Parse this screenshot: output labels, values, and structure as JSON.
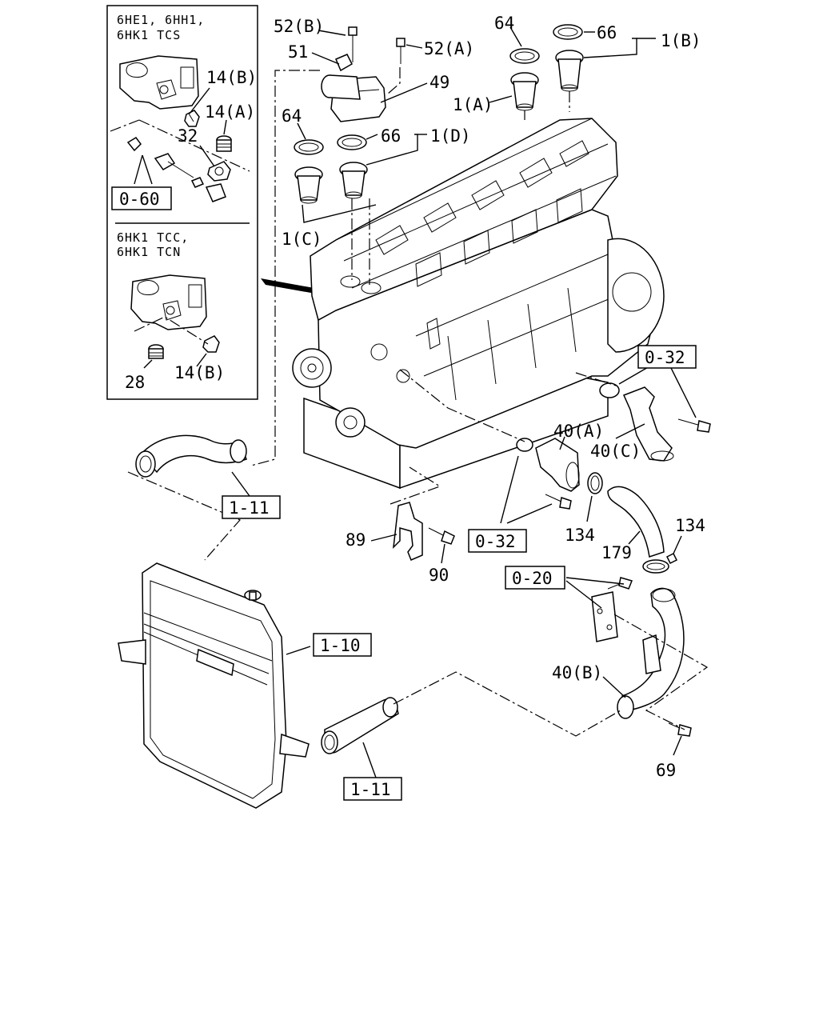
{
  "inset_top": {
    "title_lines": [
      "6HE1, 6HH1,",
      "6HK1 TCS"
    ],
    "labels": {
      "p14b": "14(B)",
      "p14a": "14(A)",
      "p32": "32",
      "ref060": "0-60"
    }
  },
  "inset_bottom": {
    "title_lines": [
      "6HK1 TCC,",
      "6HK1 TCN"
    ],
    "labels": {
      "p28": "28",
      "p14b": "14(B)"
    }
  },
  "labels": {
    "p52b": "52(B)",
    "p52a": "52(A)",
    "p51": "51",
    "p49": "49",
    "p64_top": "64",
    "p66_top": "66",
    "p1b": "1(B)",
    "p1a": "1(A)",
    "p64_mid": "64",
    "p66_mid": "66",
    "p1d": "1(D)",
    "p1c": "1(C)",
    "p40a": "40(A)",
    "p40c": "40(C)",
    "p134_left": "134",
    "p179": "179",
    "p134_right": "134",
    "p89": "89",
    "p90": "90",
    "p40b": "40(B)",
    "p69": "69"
  },
  "ref_boxes": {
    "r032_right": "0-32",
    "r032_mid": "0-32",
    "r111_top": "1-11",
    "r110": "1-10",
    "r020": "0-20",
    "r111_bottom": "1-11"
  },
  "icons": [
    "engine-block",
    "radiator",
    "thermostat",
    "gasket-ring",
    "hose",
    "hose-clamp",
    "bolt",
    "water-outlet-pipe",
    "bracket"
  ]
}
